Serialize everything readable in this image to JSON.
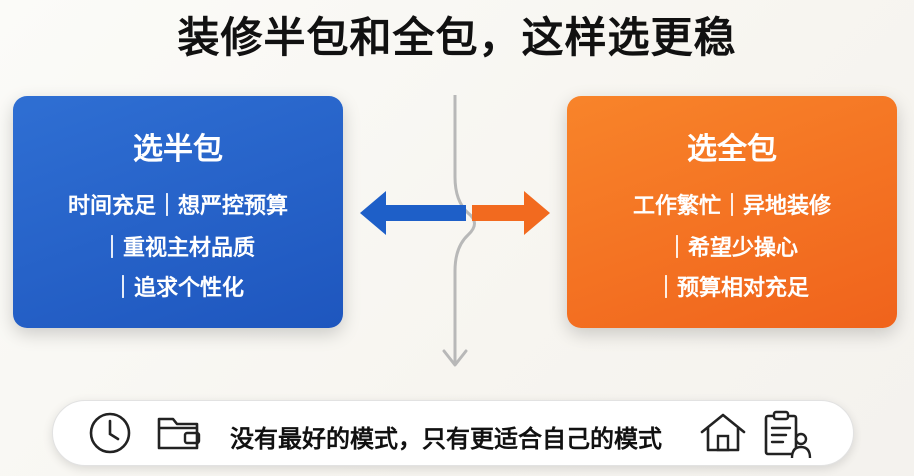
{
  "title": "装修半包和全包，这样选更稳",
  "left_card": {
    "heading": "选半包",
    "line1": "时间充足｜想严控预算",
    "line2": "｜重视主材品质",
    "line3": "｜追求个性化",
    "color": "#1e56be"
  },
  "right_card": {
    "heading": "选全包",
    "line1": "工作繁忙｜异地装修",
    "line2": "｜希望少操心",
    "line3": "｜预算相对充足",
    "color": "#f0631c"
  },
  "footer": {
    "text": "没有最好的模式，只有更适合自己的模式",
    "icons": [
      "clock-icon",
      "wallet-icon",
      "house-icon",
      "clipboard-person-icon"
    ]
  }
}
